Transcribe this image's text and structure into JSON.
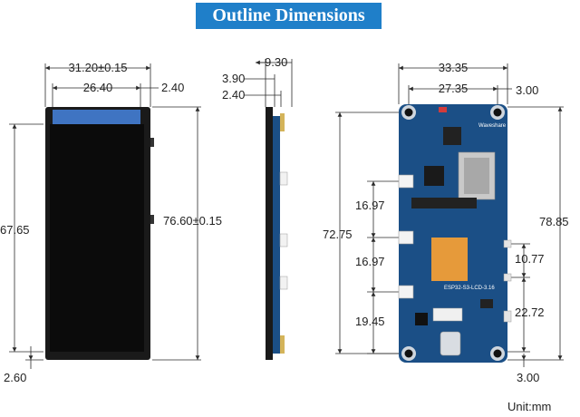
{
  "title": "Outline Dimensions",
  "unit": "Unit:mm",
  "front_view": {
    "width_overall": "31.20±0.15",
    "width_inner": "26.40",
    "margin_right": "2.40",
    "height_display": "67.65",
    "height_overall": "76.60±0.15",
    "margin_bottom": "2.60"
  },
  "side_view": {
    "thickness": "9.30",
    "depth_a": "3.90",
    "depth_b": "2.40"
  },
  "back_view": {
    "width_overall": "33.35",
    "hole_spacing_x": "27.35",
    "hole_offset_top": "3.00",
    "height_overall": "78.85",
    "hole_spacing_y": "72.75",
    "conn_pitch_1": "16.97",
    "conn_pitch_2": "16.97",
    "conn_offset_bottom": "19.45",
    "right_pitch_1": "10.77",
    "right_pitch_2": "22.72",
    "hole_offset_bottom": "3.00",
    "board_label": "ESP32-S3-LCD-3.16",
    "brand": "Waveshare"
  },
  "colors": {
    "banner": "#1f7fc9",
    "pcb": "#1b4f86",
    "screen": "#0b0b0b",
    "bezel": "#1a1a1a",
    "fpc": "#e69a3a"
  }
}
